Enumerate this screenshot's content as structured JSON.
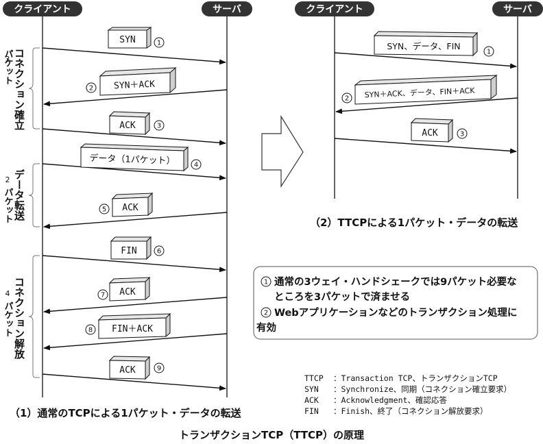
{
  "title": "トランザクションTCP（TTCP）の原理",
  "left": {
    "client_label": "クライアント",
    "server_label": "サーバ",
    "caption": "（1）通常のTCPによる1パケット・データの転送",
    "messages": [
      {
        "label": "SYN",
        "num": "1"
      },
      {
        "label": "SYN＋ACK",
        "num": "2"
      },
      {
        "label": "ACK",
        "num": "3"
      },
      {
        "label": "データ（1パケット）",
        "num": "4"
      },
      {
        "label": "ACK",
        "num": "5"
      },
      {
        "label": "FIN",
        "num": "6"
      },
      {
        "label": "ACK",
        "num": "7"
      },
      {
        "label": "FIN＋ACK",
        "num": "8"
      },
      {
        "label": "ACK",
        "num": "9"
      }
    ],
    "phases": [
      {
        "count": "3",
        "line1": "パケット",
        "line2": "コネクション確立"
      },
      {
        "count": "2",
        "line1": "パケット",
        "line2": "データ転送"
      },
      {
        "count": "4",
        "line1": "パケット",
        "line2": "コネクション解放"
      }
    ]
  },
  "right": {
    "client_label": "クライアント",
    "server_label": "サーバ",
    "caption": "（2）TTCPによる1パケット・データの転送",
    "messages": [
      {
        "label": "SYN、データ、FIN",
        "num": "1"
      },
      {
        "label": "SYN＋ACK、データ、FIN＋ACK",
        "num": "2"
      },
      {
        "label": "ACK",
        "num": "3"
      }
    ]
  },
  "note": [
    {
      "num": "1",
      "lines": [
        "通常の3ウェイ・ハンドシェークでは9パケット必要な",
        "ところを3パケットで済ませる"
      ]
    },
    {
      "num": "2",
      "lines": [
        "Webアプリケーションなどのトランザクション処理に",
        "有効"
      ]
    }
  ],
  "legend": [
    {
      "abbr": "TTCP",
      "desc": "：Transaction TCP、トランザクションTCP"
    },
    {
      "abbr": "SYN",
      "desc": "：Synchronize、同期（コネクション確立要求）"
    },
    {
      "abbr": "ACK",
      "desc": "：Acknowledgment、確認応答"
    },
    {
      "abbr": "FIN",
      "desc": "：Finish、終了（コネクション解放要求）"
    }
  ],
  "colors": {
    "pill": "#333333",
    "line": "#111111",
    "packet_face": "#ffffff",
    "packet_side": "#cfcfcf"
  }
}
